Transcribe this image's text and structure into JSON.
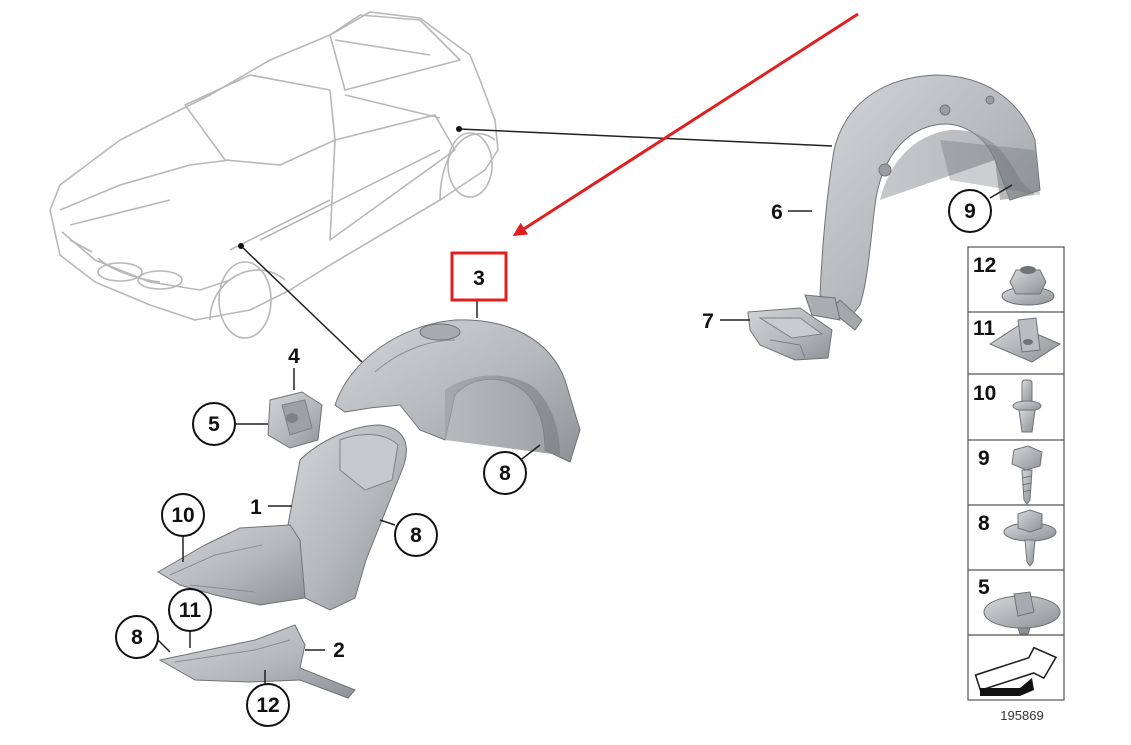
{
  "diagram": {
    "highlighted_part": "3",
    "document_number": "195869",
    "callouts": {
      "c1": "1",
      "c2": "2",
      "c3": "3",
      "c4": "4",
      "c5": "5",
      "c6": "6",
      "c7": "7",
      "c8a": "8",
      "c8b": "8",
      "c8c": "8",
      "c9": "9",
      "c10": "10",
      "c11": "11",
      "c12": "12"
    },
    "legend": [
      "12",
      "11",
      "10",
      "9",
      "8",
      "5"
    ],
    "colors": {
      "highlight": "#e02020",
      "arrow": "#e02020",
      "part_fill": "#b9bcc1",
      "part_dark": "#8f9398",
      "car_outline": "#b8b8b8"
    }
  }
}
